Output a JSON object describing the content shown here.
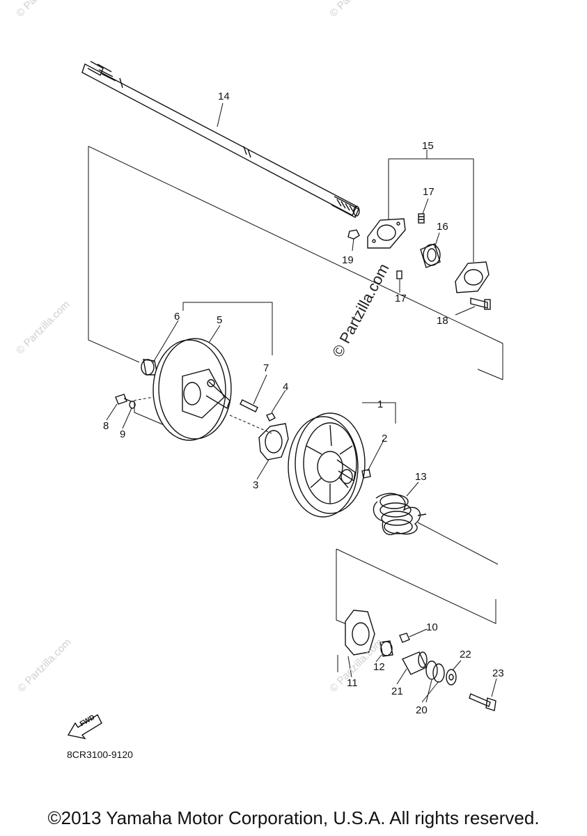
{
  "diagram": {
    "part_labels": [
      "1",
      "2",
      "3",
      "4",
      "5",
      "6",
      "7",
      "8",
      "9",
      "10",
      "11",
      "12",
      "13",
      "14",
      "15",
      "16",
      "17",
      "18",
      "19",
      "20",
      "21",
      "22",
      "23"
    ],
    "label_17_secondary": "17",
    "fwd_label": "FWD",
    "diagram_code": "8CR3100-9120"
  },
  "watermark": {
    "main": "© Partzilla.com",
    "faint": "© Partzilla.com"
  },
  "footer": {
    "copyright": "©2013 Yamaha Motor Corporation, U.S.A. All rights reserved."
  }
}
